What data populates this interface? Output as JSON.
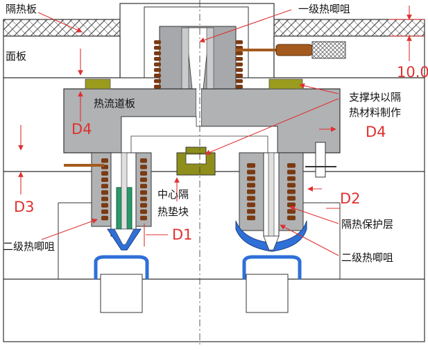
{
  "labels": {
    "insulation_plate": "隔热板",
    "primary_nozzle": "一级热唧咀",
    "face_plate": "面板",
    "hot_runner_plate": "热流道板",
    "support_block": "支撑块以隔热材料制作",
    "support_block_line1": "支撑块以隔",
    "support_block_line2": "热材料制作",
    "center_pad_line1": "中心隔",
    "center_pad_line2": "热垫块",
    "secondary_nozzle_left": "二级热唧咀",
    "secondary_nozzle_right": "二级热唧咀",
    "insulation_layer": "隔热保护层"
  },
  "dimensions": {
    "gap_top": "10.0",
    "d4_left": "D4",
    "d4_right": "D4",
    "d3": "D3",
    "d2": "D2",
    "d1": "D1"
  },
  "colors": {
    "plate_gray": "#a6a8ab",
    "runner_block": "#b0b2b4",
    "support_olive": "#9b9b1e",
    "pad_olive": "#8e8e1c",
    "insulation_blue": "#2f6fd8",
    "nozzle_copper": "#a45a1e",
    "coil": "#7a3a12",
    "leader_red": "#e03030",
    "heater_green": "#2a9a6a",
    "outline": "#333333"
  }
}
